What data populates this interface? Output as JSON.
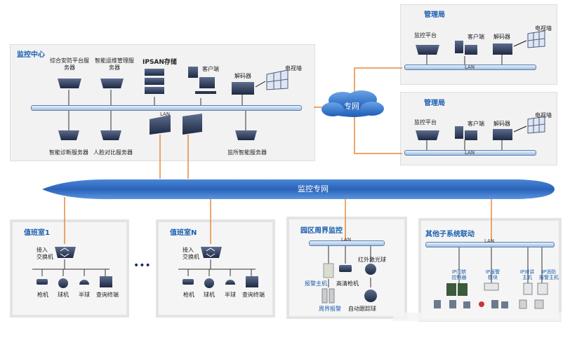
{
  "monitor_center": {
    "title": "监控中心",
    "servers_top": [
      "综合安防平台服\n务器",
      "智能运维管理服\n务器"
    ],
    "ipsan": "IPSAN存储",
    "client": "客户端",
    "decoder": "解码器",
    "tv_wall": "电视墙",
    "lan": "LAN",
    "servers_bottom": [
      "智能诊断服务器",
      "人脸对比服务器",
      "监所智能服务器"
    ]
  },
  "private_net": "专网",
  "monitor_private_net": "监控专网",
  "admin_bureau_top": {
    "title": "管理局",
    "platform": "监控平台",
    "client": "客户端",
    "decoder": "解码器",
    "tv_wall": "电视墙",
    "lan": "LAN"
  },
  "admin_bureau_bottom": {
    "title": "管理局",
    "platform": "监控平台",
    "client": "客户端",
    "decoder": "解码器",
    "tv_wall": "电视墙",
    "lan": "LAN"
  },
  "duty_room_1": {
    "title": "值班室1",
    "switch": "接入\n交换机",
    "devices": [
      "枪机",
      "球机",
      "半球",
      "查询终端"
    ]
  },
  "ellipsis": "•••",
  "duty_room_n": {
    "title": "值班室N",
    "switch": "接入\n交换机",
    "devices": [
      "枪机",
      "球机",
      "半球",
      "查询终端"
    ]
  },
  "perimeter": {
    "title": "园区周界监控",
    "lan": "LAN",
    "alarm_host": "报警主机",
    "hd_camera": "高清枪机",
    "ir_dome": "红外激光球",
    "perimeter_alarm": "周界报警",
    "auto_track": "自动跟踪球"
  },
  "other": {
    "title": "其他子系统联动",
    "lan": "LAN",
    "door_ctrl": "IP门禁\n控制器",
    "alarm_module": "IP报警\n模块",
    "intercom": "IP对讲\n主机",
    "fire_host": "IP消防\n报警主机"
  }
}
